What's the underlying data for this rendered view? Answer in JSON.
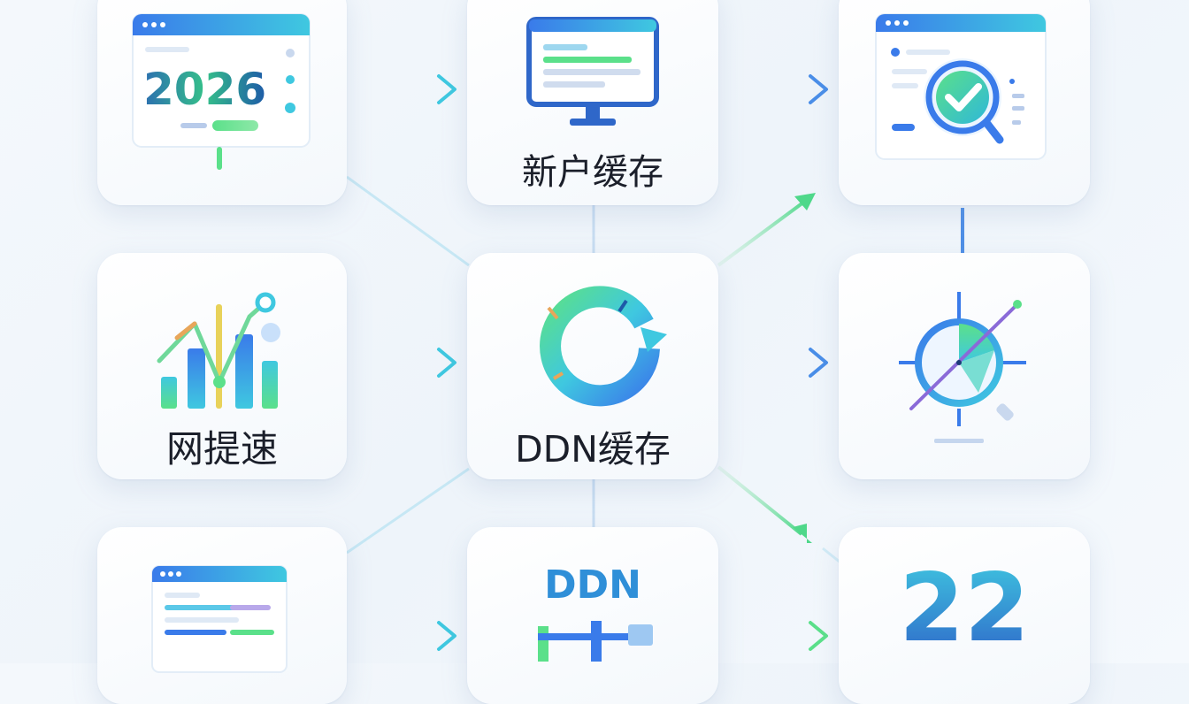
{
  "nodes": {
    "year_screen": {
      "number": "2026"
    },
    "new_user_cache": {
      "label": "新户缓存"
    },
    "verify_screen": {},
    "network_speedup": {
      "label": "网提速"
    },
    "ddn_cache": {
      "label": "DDN缓存"
    },
    "target_scope": {},
    "list_screen": {},
    "ddn_node": {
      "label": "DDN"
    },
    "count_node": {
      "number": "22"
    }
  },
  "colors": {
    "blue": "#3a7bea",
    "cyan": "#3fc8e0",
    "green": "#5be08a",
    "text": "#1b1f2a"
  }
}
